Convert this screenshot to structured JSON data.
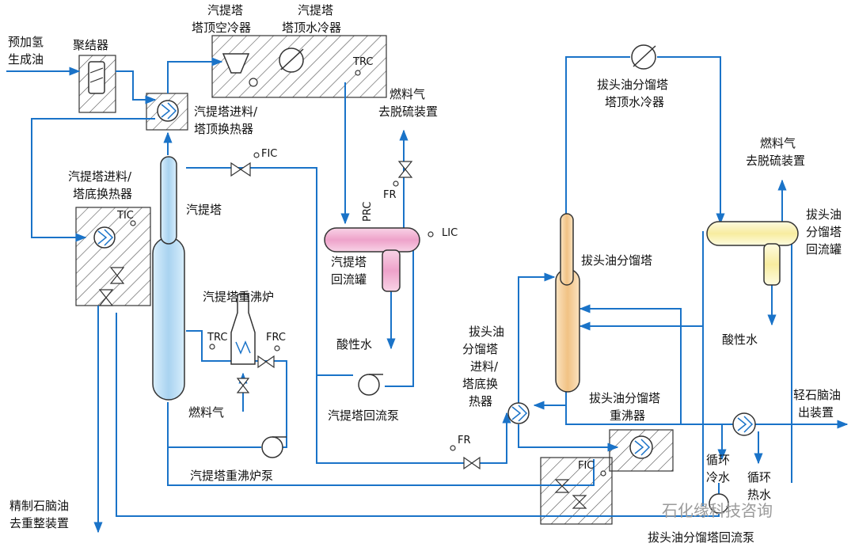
{
  "labels": {
    "feed_line1": "预加氢",
    "feed_line2": "生成油",
    "coalescer": "聚结器",
    "stripper_air_cooler_1": "汽提塔",
    "stripper_air_cooler_2": "塔顶空冷器",
    "stripper_water_cooler_1": "汽提塔",
    "stripper_water_cooler_2": "塔顶水冷器",
    "feed_top_hx_1": "汽提塔进料/",
    "feed_top_hx_2": "塔顶换热器",
    "feed_bottom_hx_1": "汽提塔进料/",
    "feed_bottom_hx_2": "塔底换热器",
    "stripper": "汽提塔",
    "fuel_gas_1_a": "燃料气",
    "fuel_gas_1_b": "去脱硫装置",
    "reflux_drum_1_a": "汽提塔",
    "reflux_drum_1_b": "回流罐",
    "sour_water_1": "酸性水",
    "reboiler_furnace": "汽提塔重沸炉",
    "fuel_gas_furnace": "燃料气",
    "reflux_pump_1": "汽提塔回流泵",
    "reboiler_pump": "汽提塔重沸炉泵",
    "product_1": "精制石脑油",
    "product_2": "去重整装置",
    "prefrac_water_cooler_1": "拔头油分馏塔",
    "prefrac_water_cooler_2": "塔顶水冷器",
    "fuel_gas_2_a": "燃料气",
    "fuel_gas_2_b": "去脱硫装置",
    "reflux_drum_2_a": "拔头油",
    "reflux_drum_2_b": "分馏塔",
    "reflux_drum_2_c": "回流罐",
    "prefrac_tower": "拔头油分馏塔",
    "sour_water_2": "酸性水",
    "prefrac_feed_hx_1": "拔头油",
    "prefrac_feed_hx_2": "分馏塔",
    "prefrac_feed_hx_3": "进料/",
    "prefrac_feed_hx_4": "塔底换",
    "prefrac_feed_hx_5": "热器",
    "prefrac_reboiler_1": "拔头油分馏塔",
    "prefrac_reboiler_2": "重沸器",
    "light_naphtha_1": "轻石脑油",
    "light_naphtha_2": "出装置",
    "cooling_water_1": "循环",
    "cooling_water_2": "冷水",
    "hot_water_1": "循环",
    "hot_water_2": "热水",
    "reflux_pump_2": "拔头油分馏塔回流泵"
  },
  "instrument_tags": {
    "trc_top": "TRC",
    "fic_stripper": "FIC",
    "tic": "TIC",
    "prc": "PRC",
    "fr_gas": "FR",
    "lic": "LIC",
    "trc_furnace": "TRC",
    "frc_furnace": "FRC",
    "fr_feed": "FR",
    "fic_prefrac": "FIC"
  },
  "watermark": "石化缘科技咨询",
  "colors": {
    "line": "#1a73c8",
    "outline": "#333333",
    "stripper_fill": "#bfe0f5",
    "drum1_fill": "#f2b6d6",
    "prefrac_fill": "#f6d2a0",
    "drum2_fill": "#fbf3b8",
    "hatch": "#555555",
    "watermark": "#9a9a9a"
  }
}
